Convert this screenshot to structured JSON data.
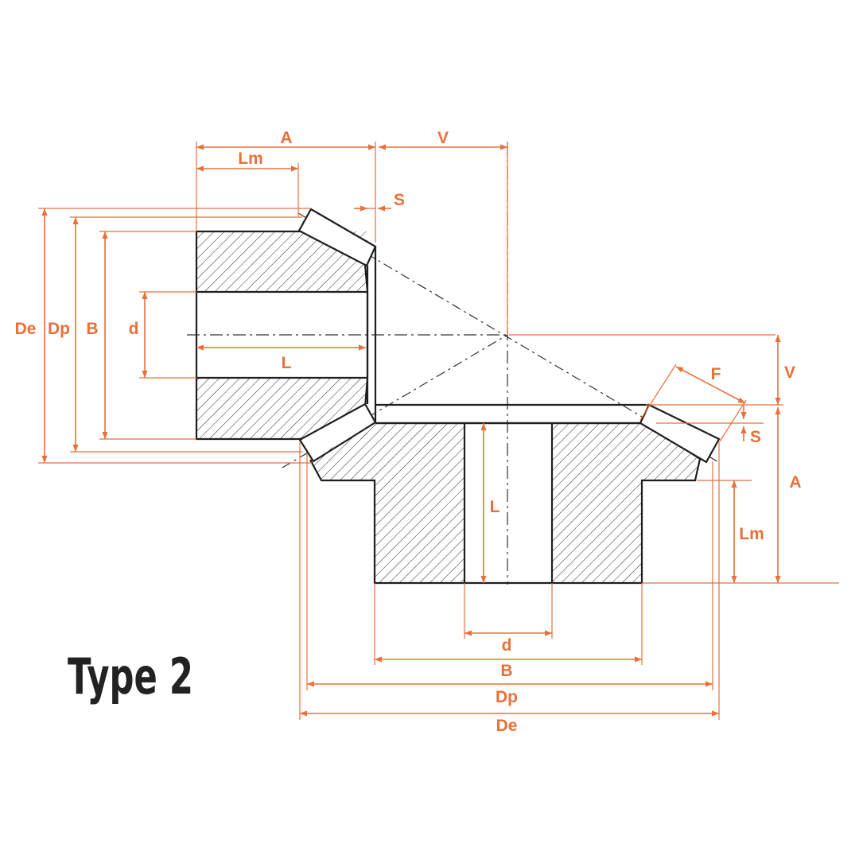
{
  "title": "Type 2",
  "colors": {
    "dimension": "#e8703a",
    "outline": "#1f1f1f",
    "title": "#222222"
  },
  "labels": {
    "pinion": {
      "A": "A",
      "Lm": "Lm",
      "S": "S",
      "De": "De",
      "Dp": "Dp",
      "B": "B",
      "d": "d",
      "L": "L"
    },
    "top": {
      "V": "V"
    },
    "gear": {
      "V": "V",
      "F": "F",
      "S": "S",
      "A": "A",
      "Lm": "Lm",
      "L": "L",
      "d": "d",
      "B": "B",
      "Dp": "Dp",
      "De": "De"
    }
  }
}
